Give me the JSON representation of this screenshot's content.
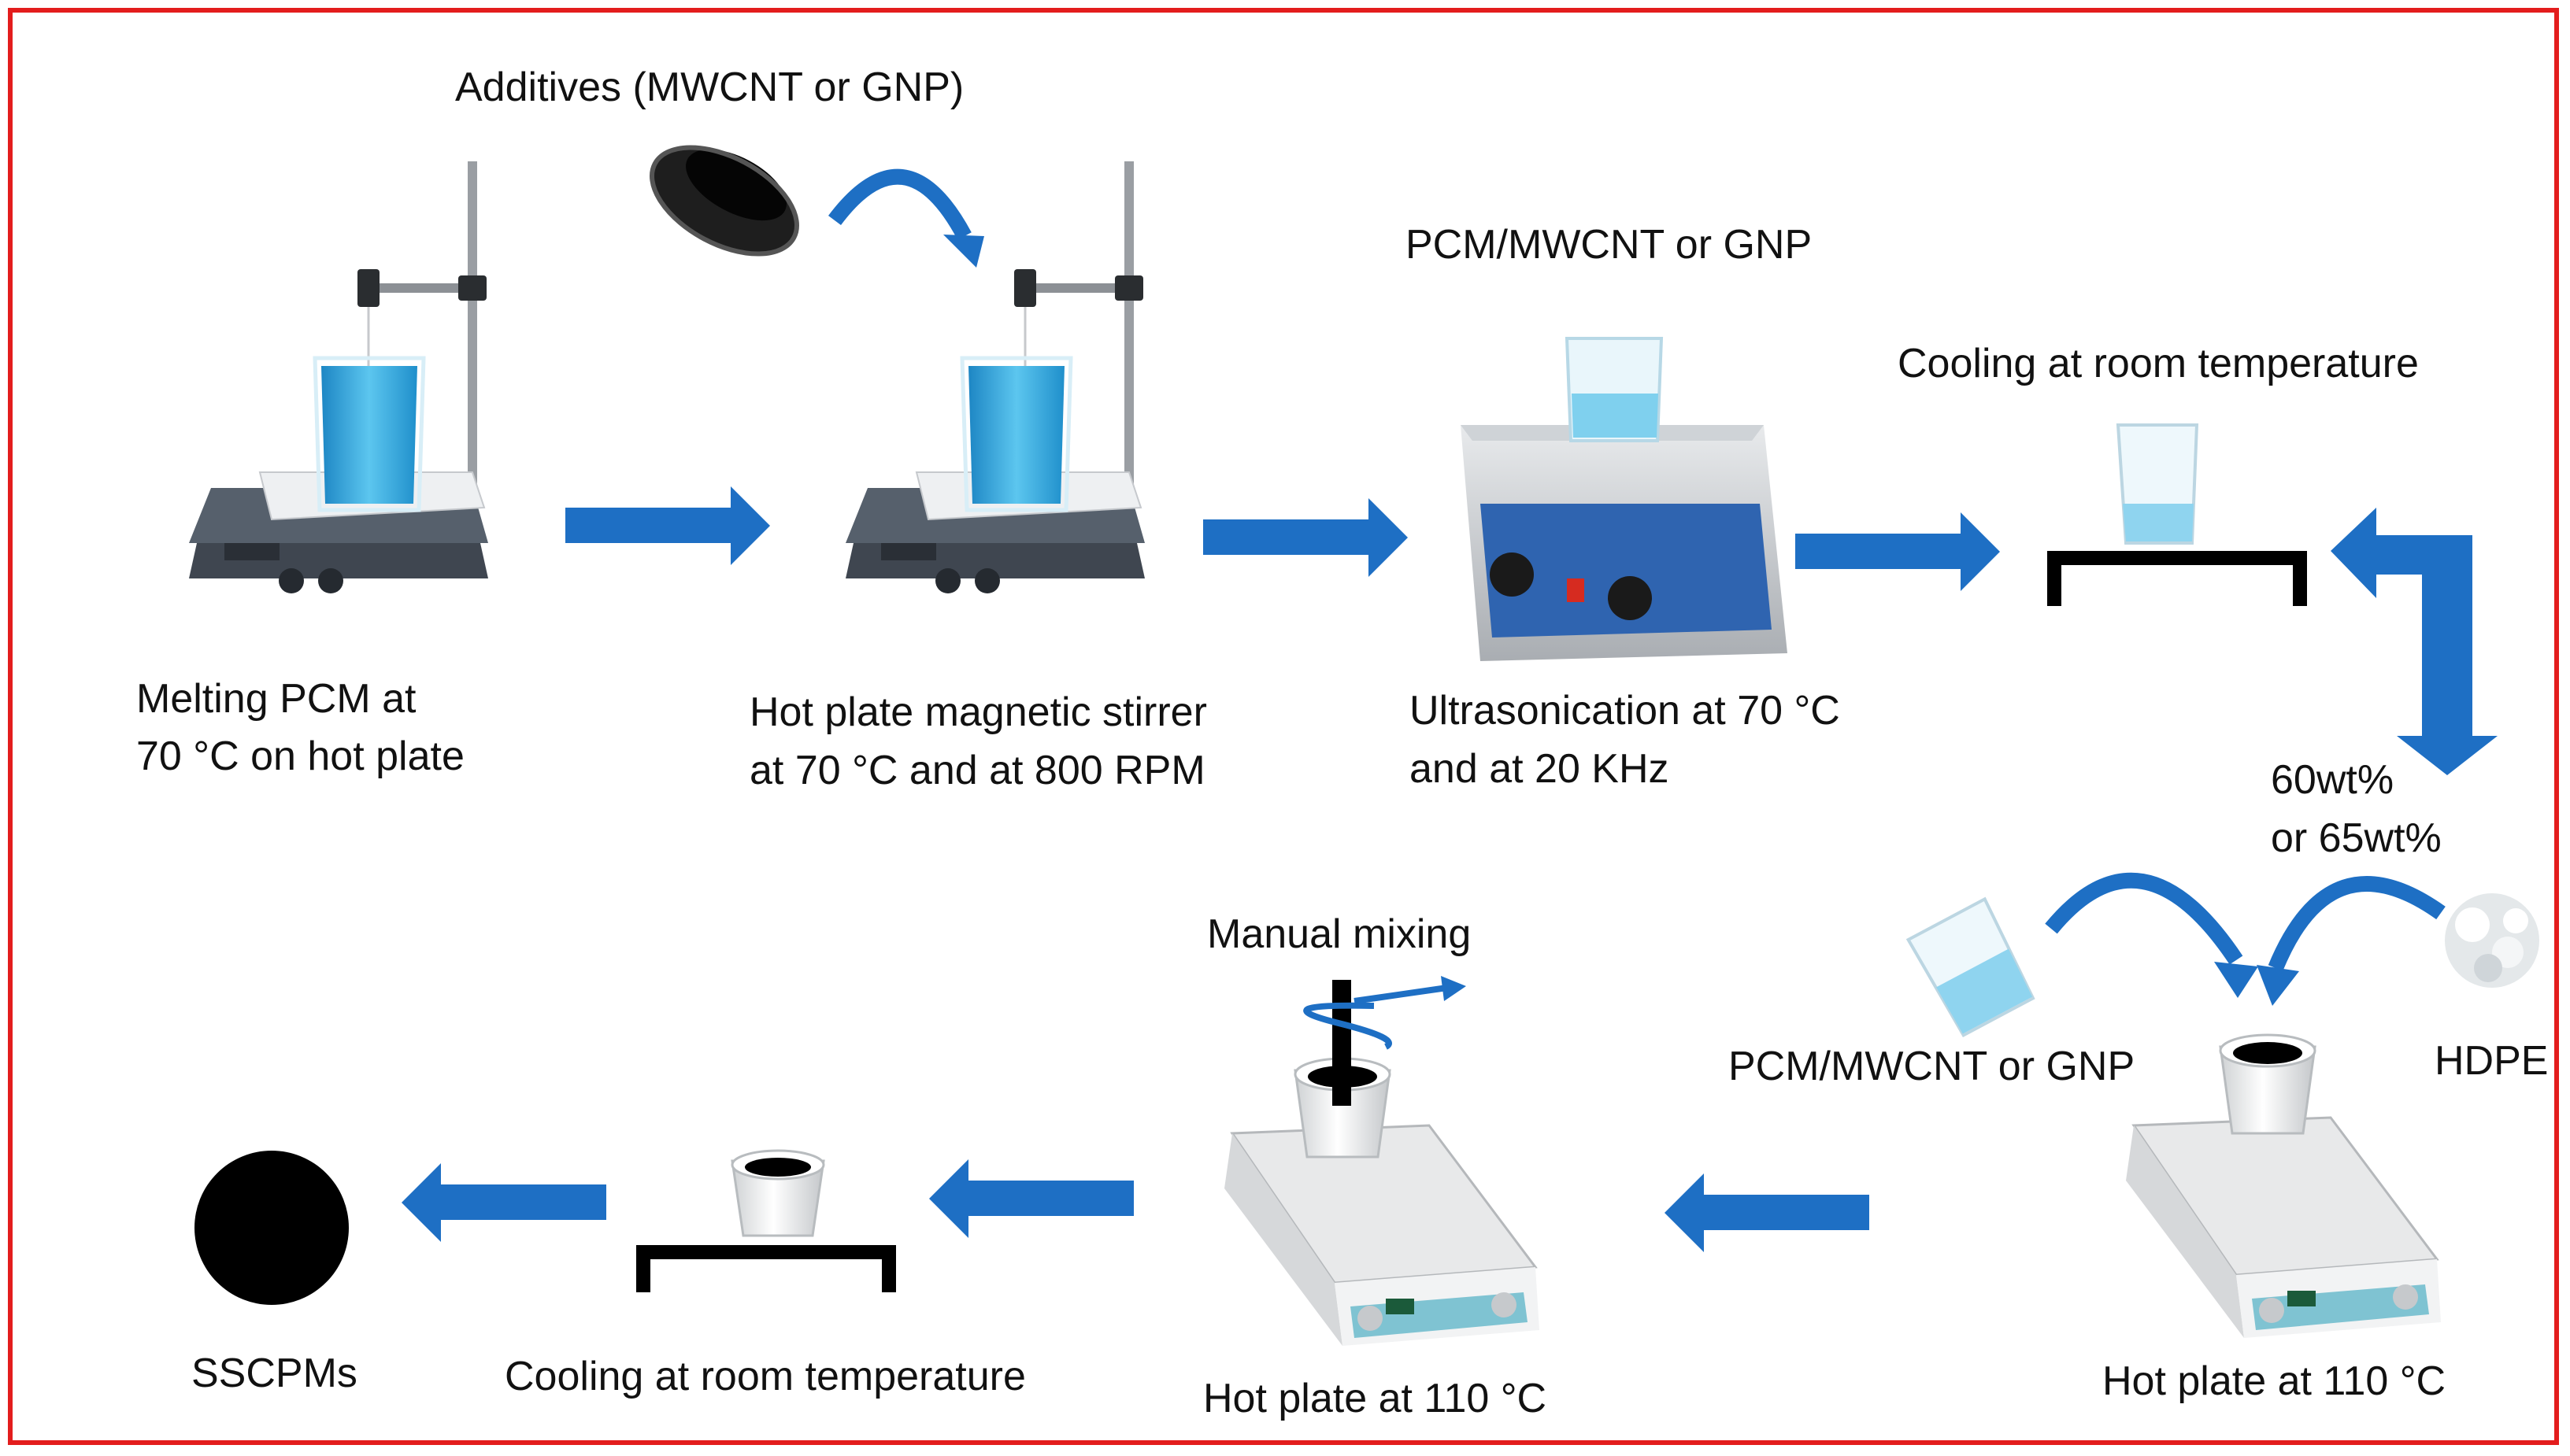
{
  "colors": {
    "border": "#e31d1d",
    "arrow": "#1e6fc4",
    "liquid": "#3aa6d8",
    "composite": "#000000"
  },
  "labels": {
    "additives": "Additives (MWCNT or GNP)",
    "pcm_mix_top": "PCM/MWCNT or GNP",
    "cooling_top": "Cooling at room temperature",
    "melting_line1": "Melting PCM at",
    "melting_line2": "70 °C on hot plate",
    "stirrer_line1": "Hot plate magnetic stirrer",
    "stirrer_line2": "at 70 °C and at 800 RPM",
    "ultra_line1": "Ultrasonication at 70 °C",
    "ultra_line2": "and at 20 KHz",
    "ratio_line1": "60wt%",
    "ratio_line2": "or 65wt%",
    "pcm_mix_bottom": "PCM/MWCNT or GNP",
    "hdpe": "HDPE",
    "manual_mixing": "Manual mixing",
    "hotplate_110_right": "Hot plate at 110 °C",
    "hotplate_110_mid": "Hot plate at 110 °C",
    "cooling_bottom": "Cooling at room temperature",
    "sscpms": "SSCPMs"
  }
}
